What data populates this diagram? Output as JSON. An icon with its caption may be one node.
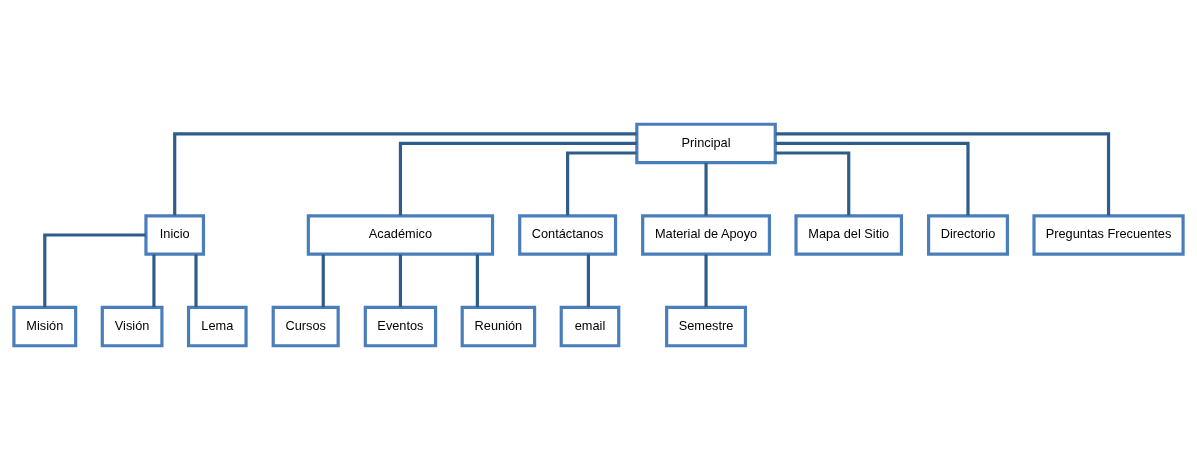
{
  "diagram": {
    "nodes": [
      {
        "text": [
          "Principal"
        ]
      },
      {
        "text": [
          "Inicio"
        ]
      },
      {
        "text": [
          "Académico"
        ]
      },
      {
        "text": [
          "Contáctanos"
        ]
      },
      {
        "text": [
          "Material de Apoyo"
        ]
      },
      {
        "text": [
          "Mapa del Sitio"
        ]
      },
      {
        "text": [
          "Directorio"
        ]
      },
      {
        "text": [
          "Preguntas Frecuentes"
        ]
      },
      {
        "text": [
          "Misión"
        ]
      },
      {
        "text": [
          "Visión"
        ]
      },
      {
        "text": [
          "Lema"
        ]
      },
      {
        "text": [
          "Cursos"
        ]
      },
      {
        "text": [
          "Eventos"
        ]
      },
      {
        "text": [
          "Reunión"
        ]
      },
      {
        "text": [
          "email"
        ]
      },
      {
        "text": [
          "Semestre"
        ]
      }
    ],
    "edges": [
      {
        "from": 0,
        "to": 1,
        "arrow": "none"
      },
      {
        "from": 0,
        "to": 2,
        "arrow": "none"
      },
      {
        "from": 0,
        "to": 3,
        "arrow": "none"
      },
      {
        "from": 0,
        "to": 4,
        "arrow": "none"
      },
      {
        "from": 0,
        "to": 5,
        "arrow": "none"
      },
      {
        "from": 0,
        "to": 6,
        "arrow": "none"
      },
      {
        "from": 0,
        "to": 7,
        "arrow": "none"
      },
      {
        "from": 1,
        "to": 8,
        "arrow": "none"
      },
      {
        "from": 1,
        "to": 9,
        "arrow": "none"
      },
      {
        "from": 1,
        "to": 10,
        "arrow": "none"
      },
      {
        "from": 2,
        "to": 11,
        "arrow": "none"
      },
      {
        "from": 2,
        "to": 12,
        "arrow": "none"
      },
      {
        "from": 2,
        "to": 13,
        "arrow": "none"
      },
      {
        "from": 3,
        "to": 14,
        "arrow": "none"
      },
      {
        "from": 4,
        "to": 15,
        "arrow": "none"
      }
    ]
  }
}
